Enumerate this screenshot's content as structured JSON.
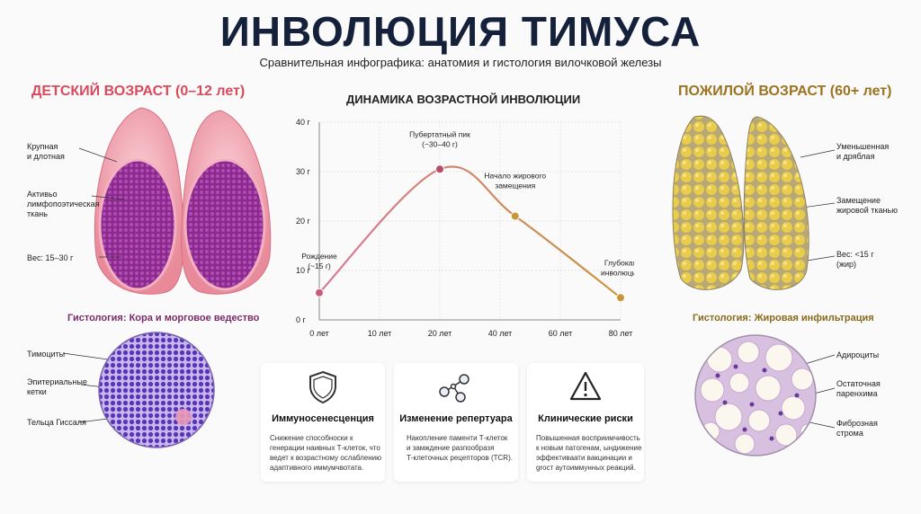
{
  "header": {
    "title": "ИНВОЛЮЦИЯ ТИМУСА",
    "subtitle": "Сравнительная инфографика: анатомия и гистология вилочковой железы"
  },
  "left": {
    "heading": "ДЕТСКИЙ ВОЗРАСТ (0–12 лет)",
    "labels": [
      "Крупная\nи длотная",
      "Активьо\nлимфопоэтическая\nткань",
      "Вес: 15–30 г"
    ],
    "histology_title": "Гистология: Кора и морговое ведество",
    "histology_labels": [
      "Тимоциты",
      "Эпитериальные\nкетки",
      "Тельца Гиссаля"
    ]
  },
  "right": {
    "heading": "ПОЖИЛОЙ ВОЗРАСТ (60+ лет)",
    "labels": [
      "Уменьшенная\nи дряблая",
      "Замещение\nжировой тканью",
      "Вес: <15 г\n(жир)"
    ],
    "histology_title": "Гистология: Жировая инфильтрация",
    "histology_labels": [
      "Адироциты",
      "Остаточная\nпаренхима",
      "Фиброзная\nстрома"
    ]
  },
  "chart_data": {
    "type": "line",
    "title": "ДИНАМИКА ВОЗРАСТНОЙ ИНВОЛЮЦИИ",
    "x_ticks": [
      "0 лет",
      "10 лет",
      "20 лет",
      "40 лет",
      "60 лет",
      "80 лет"
    ],
    "y_ticks": [
      "0 г",
      "10 г",
      "20 г",
      "30 г",
      "40 г"
    ],
    "ylim": [
      0,
      40
    ],
    "points": [
      {
        "x": 0,
        "y": 5.5,
        "label": "Рождение\n(~15 г)",
        "color": "#c85a7a"
      },
      {
        "x": 20,
        "y": 30.5,
        "label": "Пубертатный пик\n(~30–40 г)",
        "color": "#b84a6a"
      },
      {
        "x": 45,
        "y": 21,
        "label": "Начало жирового\nзамещения",
        "color": "#c8963a"
      },
      {
        "x": 80,
        "y": 4.5,
        "label": "Глубокая\nинволюция",
        "color": "#c8963a"
      }
    ],
    "grid": true,
    "line_gradient": [
      "#d87a9a",
      "#c8963a"
    ]
  },
  "cards": [
    {
      "title": "Иммуносенесценция",
      "icon": "shield-icon",
      "text": "Снижение способноски к\nгенерации наивных Т-клеток, что\nведет к возрастному ослаблению\nадаптивного иммумчвотата."
    },
    {
      "title": "Изменение репертуара",
      "icon": "molecule-icon",
      "text": "Накопление паменти Т-клеток\nи замждение разпообразя\nТ-клеточных рецепторов (TCR)."
    },
    {
      "title": "Клинические риски",
      "icon": "warning-icon",
      "text": "Повышенная восприимчивость\nк новым патогенам, ындижение\nэффективаати вакцинации и\ngroст аутоиммунных реакций."
    }
  ],
  "colors": {
    "title": "#15213a",
    "left_accent": "#d84a5c",
    "right_accent": "#9a7420",
    "young_tissue": "#9a2a9a",
    "old_fat": "#e8c84a"
  }
}
